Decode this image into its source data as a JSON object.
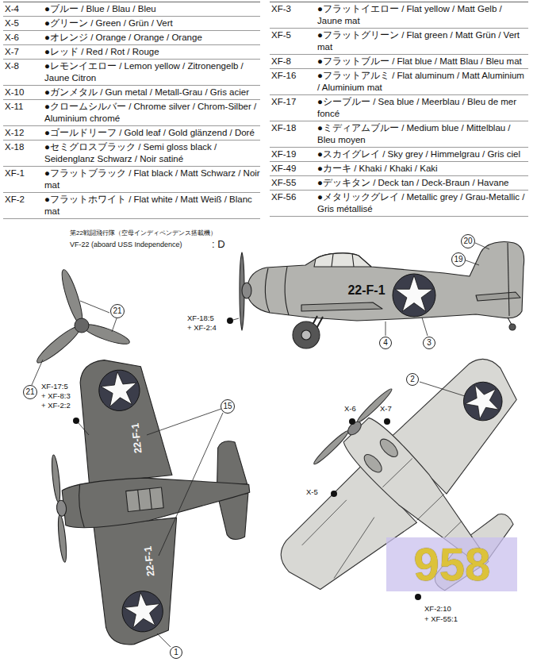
{
  "diagram": {
    "title": "第22戦闘飛行隊（空母インディペンデンス搭載機）",
    "nodes": [
      {
        "text": [
          "20"
        ]
      },
      {
        "text": [
          "19"
        ]
      },
      {
        "text": [
          "21"
        ]
      },
      {
        "text": [
          "4"
        ]
      },
      {
        "text": [
          "3"
        ]
      },
      {
        "text": [
          "2"
        ]
      },
      {
        "text": [
          "21"
        ]
      },
      {
        "text": [
          "15"
        ]
      },
      {
        "text": [
          "1"
        ]
      }
    ],
    "labels": [
      "X-4",
      "●ブルー / Blue / Blau / Bleu",
      "X-5",
      "●グリーン / Green / Grün / Vert",
      "X-6",
      "●オレンジ / Orange / Orange / Orange",
      "X-7",
      "●レッド / Red / Rot / Rouge",
      "X-8",
      "●レモンイエロー / Lemon yellow / Zitronengelb / Jaune Citron",
      "X-10",
      "●ガンメタル / Gun metal / Metall-Grau / Gris acier",
      "X-11",
      "●クロームシルバー / Chrome silver / Chrom-Silber / Aluminium chromé",
      "X-12",
      "●ゴールドリーフ / Gold leaf / Gold glänzend / Doré",
      "X-18",
      "●セミグロスブラック / Semi gloss black / Seidenglanz Schwarz / Noir satiné",
      "XF-1",
      "●フラットブラック / Flat black / Matt Schwarz / Noir mat",
      "XF-2",
      "●フラットホワイト / Flat white / Matt Weiß / Blanc mat",
      "XF-3",
      "●フラットイエロー / Flat yellow / Matt Gelb / Jaune mat",
      "XF-5",
      "●フラットグリーン / Flat green / Matt Grün / Vert mat",
      "XF-8",
      "●フラットブルー / Flat blue / Matt Blau / Bleu mat",
      "XF-16",
      "●フラットアルミ / Flat aluminum / Matt Aluminium / Aluminium mat",
      "XF-17",
      "●シーブルー / Sea blue / Meerblau / Bleu de mer foncé",
      "XF-18",
      "●ミディアムブルー / Medium blue / Mittelblau / Bleu moyen",
      "XF-19",
      "●スカイグレイ / Sky grey / Himmelgrau / Gris ciel",
      "XF-49",
      "●カーキ / Khaki / Khaki / Kaki",
      "XF-55",
      "●デッキタン / Deck tan / Deck-Braun / Havane",
      "XF-56",
      "●メタリックグレイ / Metallic grey / Grau-Metallic / Gris métallisé",
      "VF-22 (aboard USS Independence)",
      ": D",
      "XF-18:5",
      "+ XF-2:4",
      "XF-17:5",
      "+ XF-8:3",
      "+ XF-2:2",
      "X-6",
      "X-7",
      "X-5",
      "XF-2:10",
      "+ XF-55:1",
      "22-F-1",
      "22-F-1",
      "22-F-1",
      "958"
    ]
  }
}
